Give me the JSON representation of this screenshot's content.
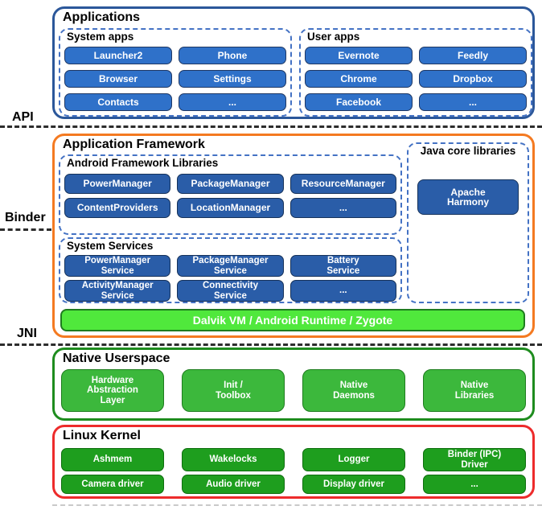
{
  "labels": {
    "api": "API",
    "binder": "Binder",
    "jni": "JNI"
  },
  "applications": {
    "title": "Applications",
    "groups": [
      {
        "title": "System apps",
        "buttons": [
          "Launcher2",
          "Phone",
          "Browser",
          "Settings",
          "Contacts",
          "..."
        ]
      },
      {
        "title": "User apps",
        "buttons": [
          "Evernote",
          "Feedly",
          "Chrome",
          "Dropbox",
          "Facebook",
          "..."
        ]
      }
    ]
  },
  "framework": {
    "title": "Application Framework",
    "libraries": {
      "title": "Android Framework Libraries",
      "buttons": [
        "PowerManager",
        "PackageManager",
        "ResourceManager",
        "ContentProviders",
        "LocationManager",
        "..."
      ]
    },
    "java_core": {
      "title": "Java core libraries",
      "buttons": [
        "Apache\nHarmony"
      ]
    },
    "services": {
      "title": "System Services",
      "buttons": [
        "PowerManager\nService",
        "PackageManager\nService",
        "Battery\nService",
        "ActivityManager\nService",
        "Connectivity\nService",
        "..."
      ]
    },
    "runtime_bar": "Dalvik VM / Android Runtime / Zygote"
  },
  "native_userspace": {
    "title": "Native Userspace",
    "buttons": [
      "Hardware\nAbstraction\nLayer",
      "Init /\nToolbox",
      "Native\nDaemons",
      "Native\nLibraries"
    ]
  },
  "linux_kernel": {
    "title": "Linux Kernel",
    "buttons": [
      "Ashmem",
      "Wakelocks",
      "Logger",
      "Binder (IPC)\nDriver",
      "Camera driver",
      "Audio driver",
      "Display driver",
      "..."
    ]
  },
  "colors": {
    "apps-border": "#2B579A",
    "dash-blue": "#4472C4",
    "app-blue": "#2F71C9",
    "app-blue-border": "#1F3864",
    "fw-border": "#F47A21",
    "fw-blue": "#2A5DA8",
    "fw-blue-border": "#16325A",
    "runtime-green": "#50E83C",
    "runtime-green-border": "#1E7C1E",
    "native-border": "#1E8C1E",
    "native-green": "#3CB83C",
    "native-green-border": "#1E7C1E",
    "kernel-border": "#ED2B2B",
    "kernel-green": "#1E9E1E",
    "kernel-green-border": "#0E6E0E"
  }
}
